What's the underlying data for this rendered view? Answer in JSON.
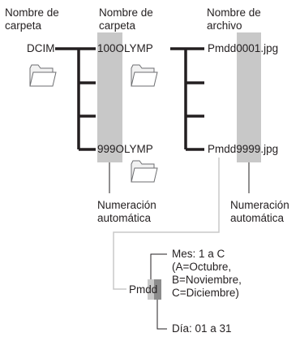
{
  "columns": {
    "folder_name_1": "Nombre de\ncarpeta",
    "folder_name_2": "Nombre de\ncarpeta",
    "file_name": "Nombre de\narchivo"
  },
  "root_folder": "DCIM",
  "subfolders": {
    "first": {
      "prefix": "100",
      "suffix": "OLYMP"
    },
    "last": {
      "prefix": "999",
      "suffix": "OLYMP"
    }
  },
  "files": {
    "first": {
      "prefix": "Pmdd",
      "number": "0001",
      "ext": ".jpg"
    },
    "last": {
      "prefix": "Pmdd",
      "number": "9999",
      "ext": ".jpg"
    }
  },
  "auto_numbering_1": "Numeración\nautomática",
  "auto_numbering_2": "Numeración\nautomática",
  "detail": {
    "name": "Pmdd",
    "month_label": "Mes: 1 a C\n(A=Octubre,\nB=Noviembre,\nC=Diciembre)",
    "day_label": "Día: 01 a 31"
  },
  "icons": [
    "folder-icon"
  ],
  "colors": {
    "highlight": "#c8c8c8",
    "highlight_dark": "#8c8c8c",
    "line": "#231f20",
    "link_line": "#c8c8c8"
  }
}
